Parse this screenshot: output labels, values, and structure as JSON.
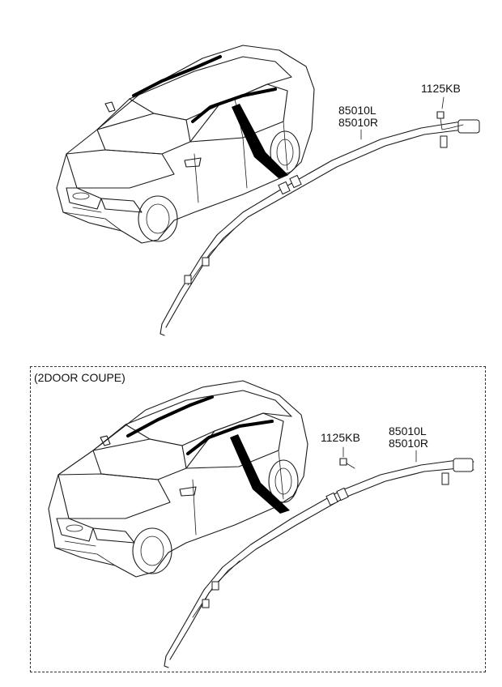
{
  "diagram": {
    "top": {
      "labels": {
        "part_left": "85010L",
        "part_right": "85010R",
        "bolt": "1125KB"
      }
    },
    "bottom": {
      "section_title": "(2DOOR COUPE)",
      "labels": {
        "part_left": "85010L",
        "part_right": "85010R",
        "bolt": "1125KB"
      }
    },
    "colors": {
      "line": "#1a1a1a",
      "background": "#ffffff"
    }
  }
}
